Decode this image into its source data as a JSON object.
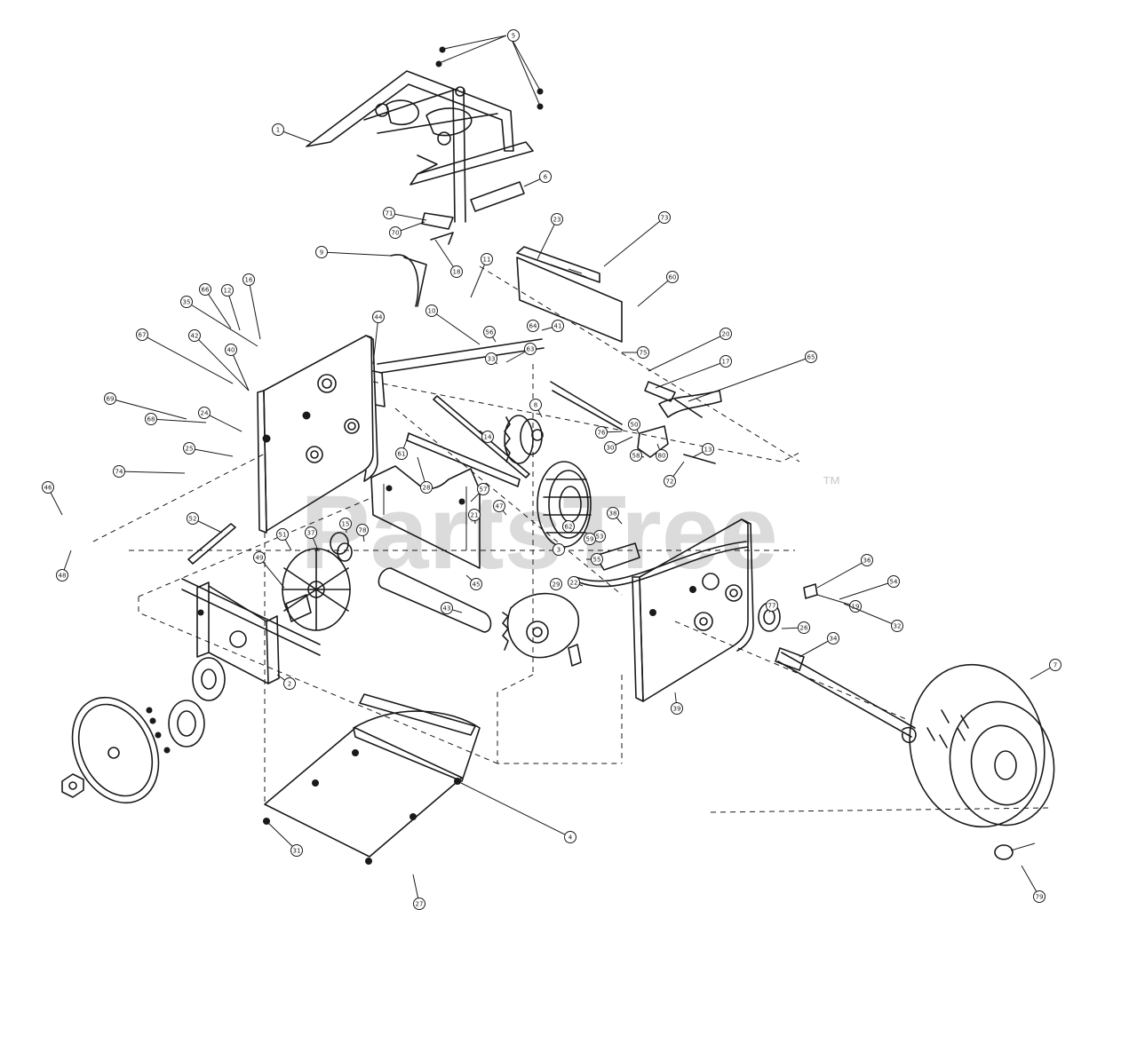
{
  "watermark": {
    "brand": "PartsTree",
    "trademark": "™"
  },
  "callout_labels": {
    "c1": "5",
    "c2": "1",
    "c3": "6",
    "c4": "71",
    "c5": "70",
    "c6": "9",
    "c7": "18",
    "c8": "11",
    "c9": "73",
    "c10": "23",
    "c11": "60",
    "c12": "10",
    "c13": "66",
    "c14": "12",
    "c15": "16",
    "c16": "20",
    "c17": "17",
    "c18": "65",
    "c19": "35",
    "c20": "64",
    "c21": "41",
    "c22": "75",
    "c23": "67",
    "c24": "44",
    "c25": "42",
    "c26": "40",
    "c27": "56",
    "c28": "63",
    "c29": "33",
    "c30": "69",
    "c31": "68",
    "c32": "24",
    "c33": "25",
    "c34": "74",
    "c35": "14",
    "c36": "8",
    "c37": "76",
    "c38": "30",
    "c39": "50",
    "c40": "58",
    "c41": "72",
    "c42": "13",
    "c43": "80",
    "c44": "61",
    "c45": "28",
    "c46": "46",
    "c47": "57",
    "c48": "47",
    "c49": "62",
    "c50": "38",
    "c51": "53",
    "c52": "52",
    "c53": "51",
    "c54": "37",
    "c55": "15",
    "c56": "78",
    "c57": "21",
    "c58": "59",
    "c59": "3",
    "c60": "48",
    "c61": "49",
    "c62": "45",
    "c63": "55",
    "c64": "22",
    "c65": "29",
    "c66": "43",
    "c67": "36",
    "c68": "54",
    "c69": "19",
    "c70": "77",
    "c71": "7",
    "c72": "34",
    "c73": "26",
    "c74": "32",
    "c75": "2",
    "c76": "39",
    "c77": "27",
    "c78": "31",
    "c79": "4",
    "c80": "79"
  }
}
